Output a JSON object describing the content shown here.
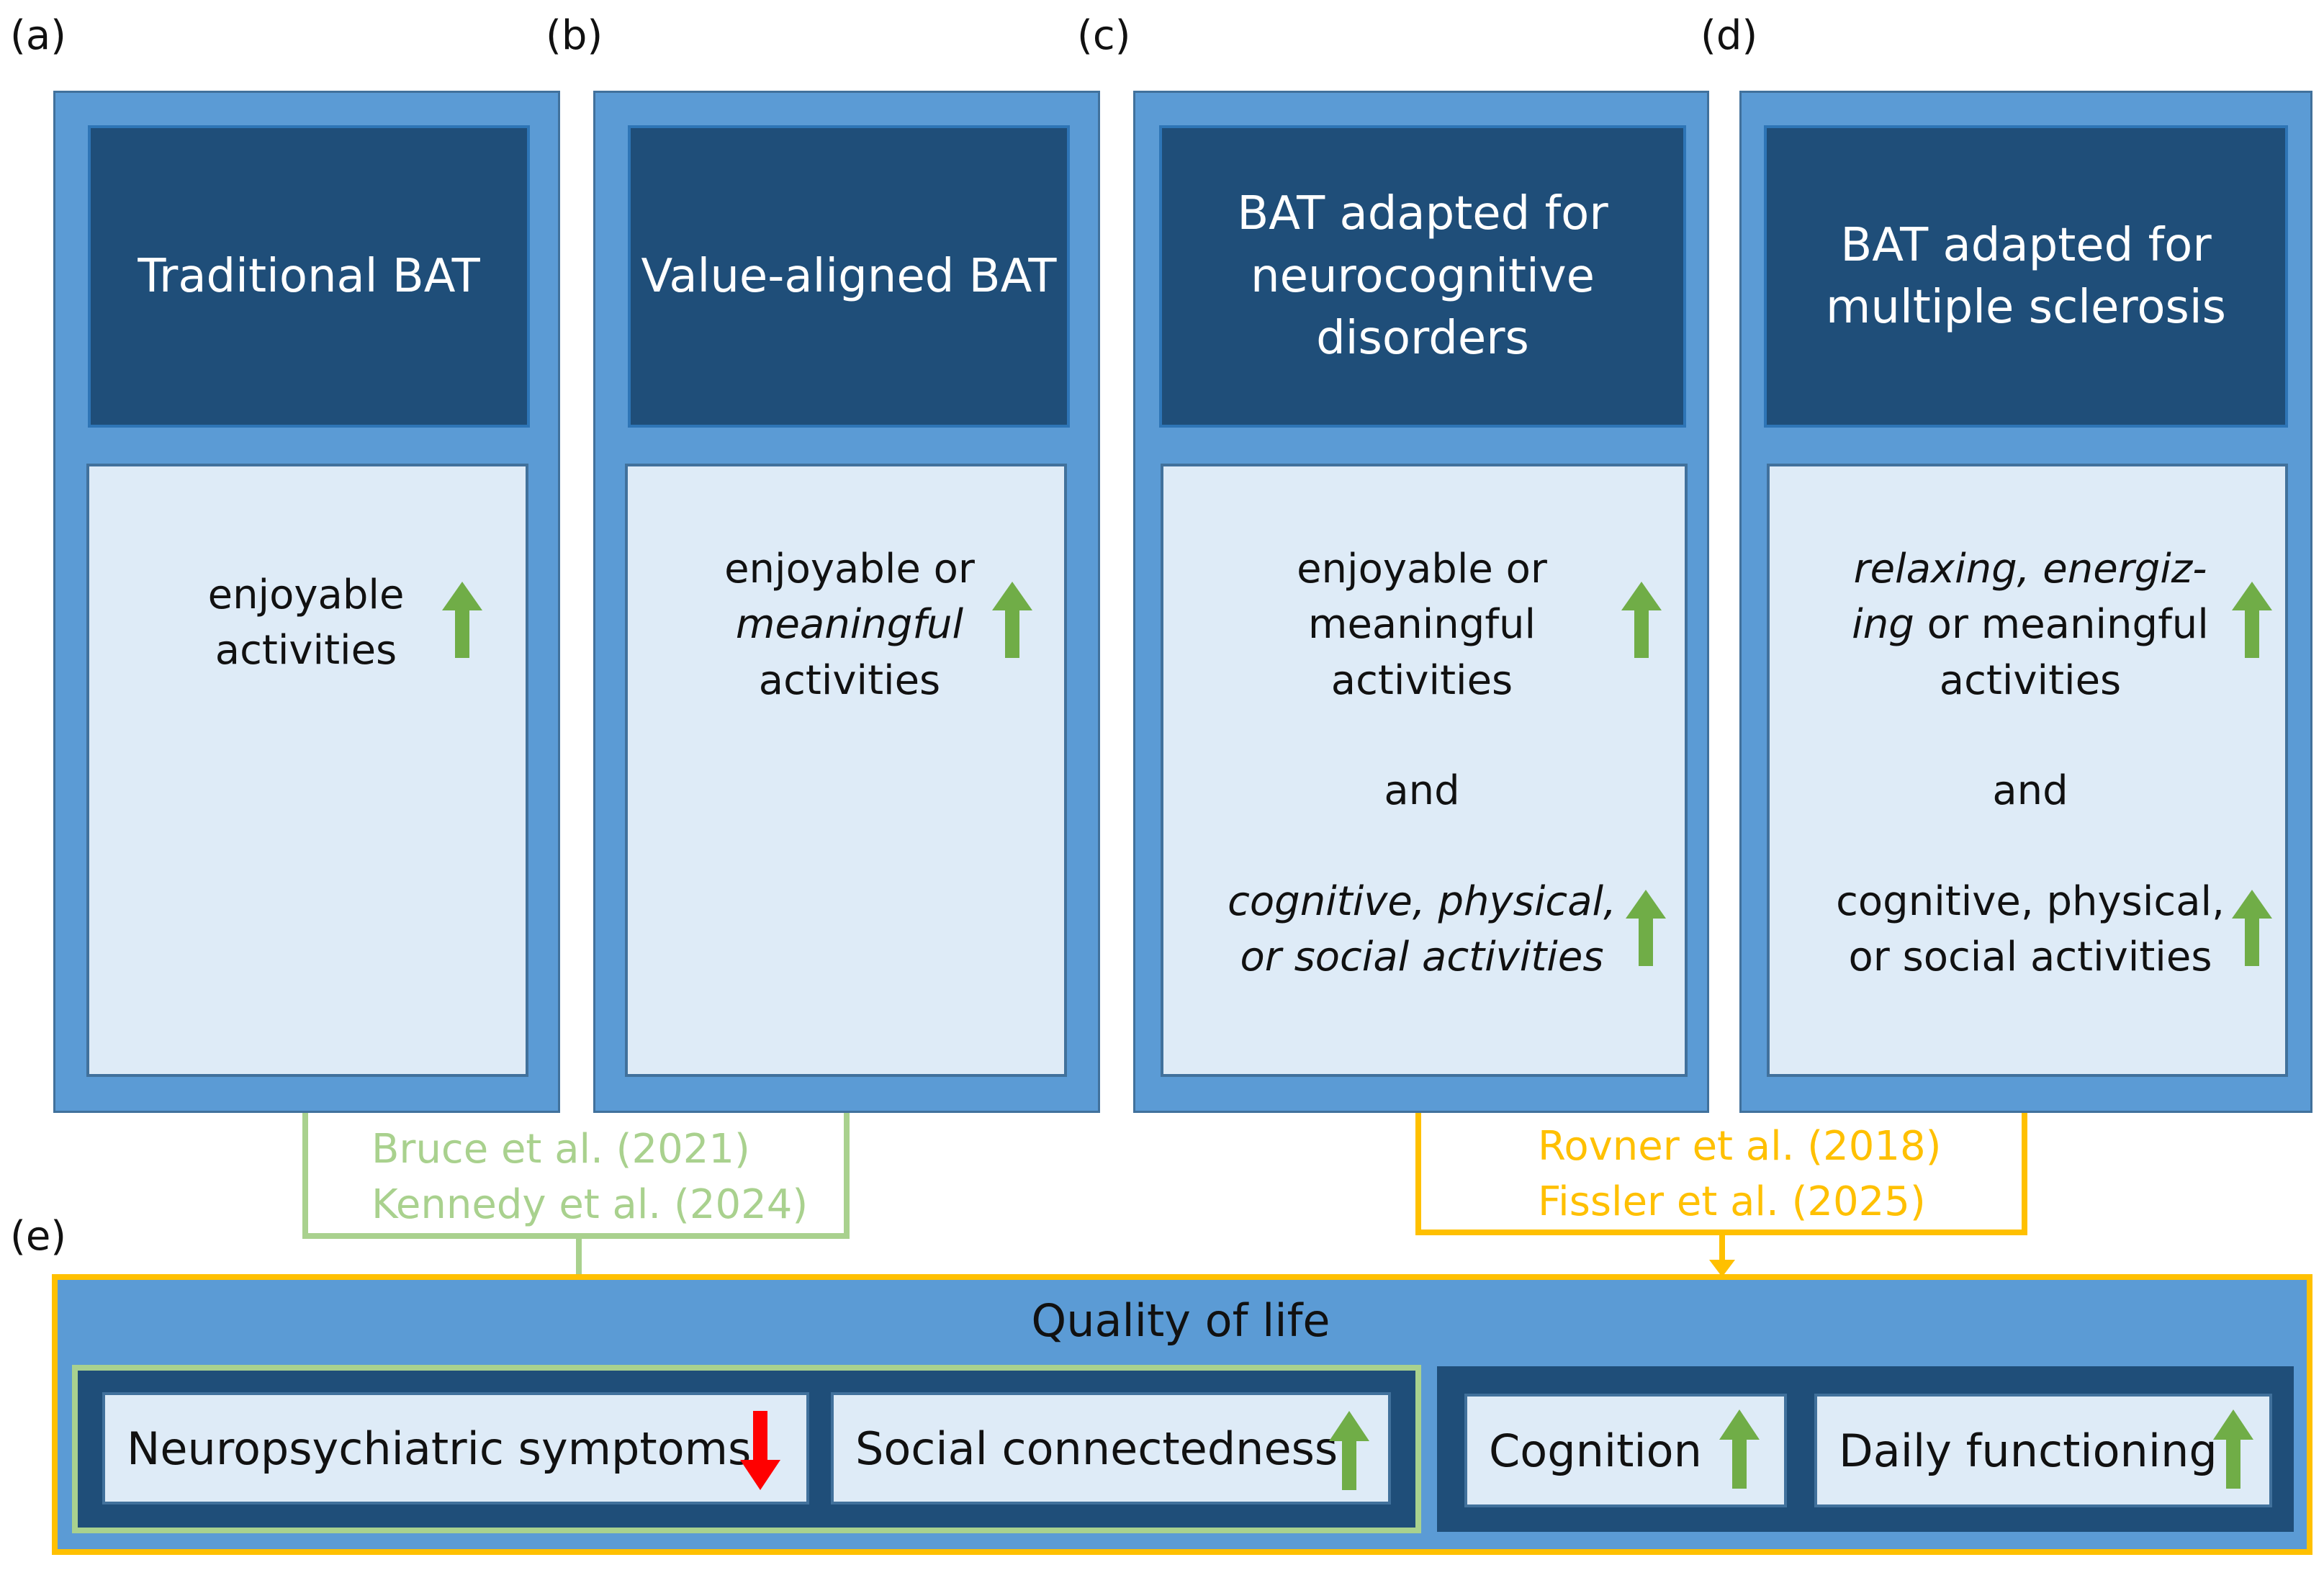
{
  "panels": [
    {
      "label": "(a)",
      "title": "Traditional BAT",
      "content": "enjoyable activities"
    },
    {
      "label": "(b)",
      "title": "Value-aligned BAT",
      "content_parts": [
        "enjoyable or",
        "meaningful",
        "activities"
      ]
    },
    {
      "label": "(c)",
      "title": "BAT adapted for neurocognitive disorders",
      "content_parts": [
        "enjoyable or",
        "meaningful",
        "activities",
        "and",
        "cognitive, physical,",
        "or social activities"
      ]
    },
    {
      "label": "(d)",
      "title": "BAT adapted for multiple sclerosis",
      "content_parts": [
        "relaxing, energiz-",
        "ing",
        " or meaningful",
        "activities",
        "and",
        "cognitive, physical,",
        "or social activities"
      ]
    }
  ],
  "references": {
    "green": [
      "Bruce et al. (2021)",
      "Kennedy et al. (2024)"
    ],
    "orange": [
      "Rovner et al. (2018)",
      "Fissler et al. (2025)"
    ]
  },
  "outcomes": {
    "label": "(e)",
    "title": "Quality of life",
    "items": [
      {
        "label": "Neuropsychiatric symptoms",
        "direction": "down",
        "color": "#ff0000"
      },
      {
        "label": "Social connectedness",
        "direction": "up",
        "color": "#70ad47"
      },
      {
        "label": "Cognition",
        "direction": "up",
        "color": "#70ad47"
      },
      {
        "label": "Daily functioning",
        "direction": "up",
        "color": "#70ad47"
      }
    ]
  },
  "colors": {
    "panel_blue": "#5b9bd5",
    "header_navy": "#1f4e79",
    "content_light": "#deebf7",
    "green_connector": "#a9d18e",
    "orange_connector": "#ffc000",
    "arrow_up": "#70ad47",
    "arrow_down": "#ff0000"
  }
}
